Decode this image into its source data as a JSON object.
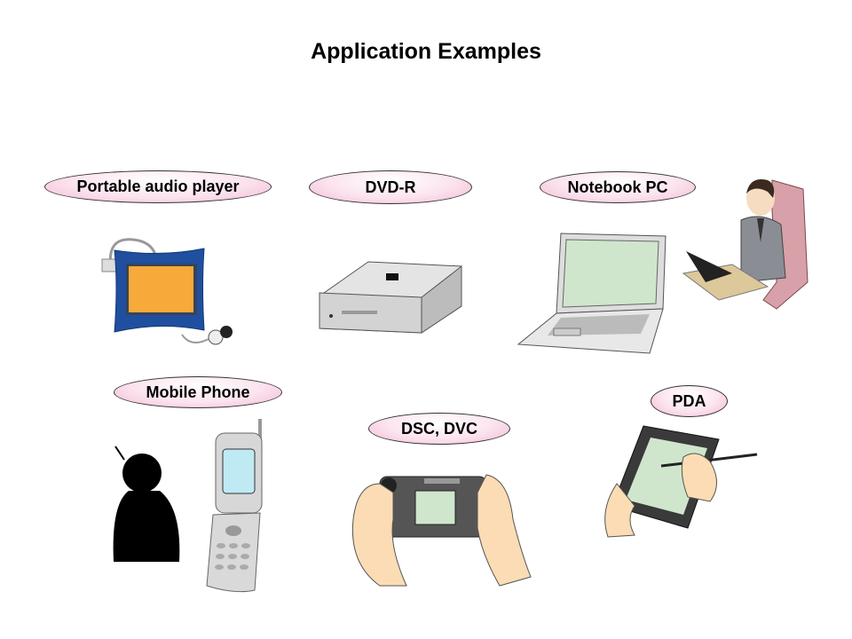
{
  "title": "Application Examples",
  "labels": {
    "audio": "Portable audio player",
    "dvd": "DVD-R",
    "notebook": "Notebook PC",
    "mobile": "Mobile Phone",
    "dsc": "DSC, DVC",
    "pda": "PDA"
  }
}
